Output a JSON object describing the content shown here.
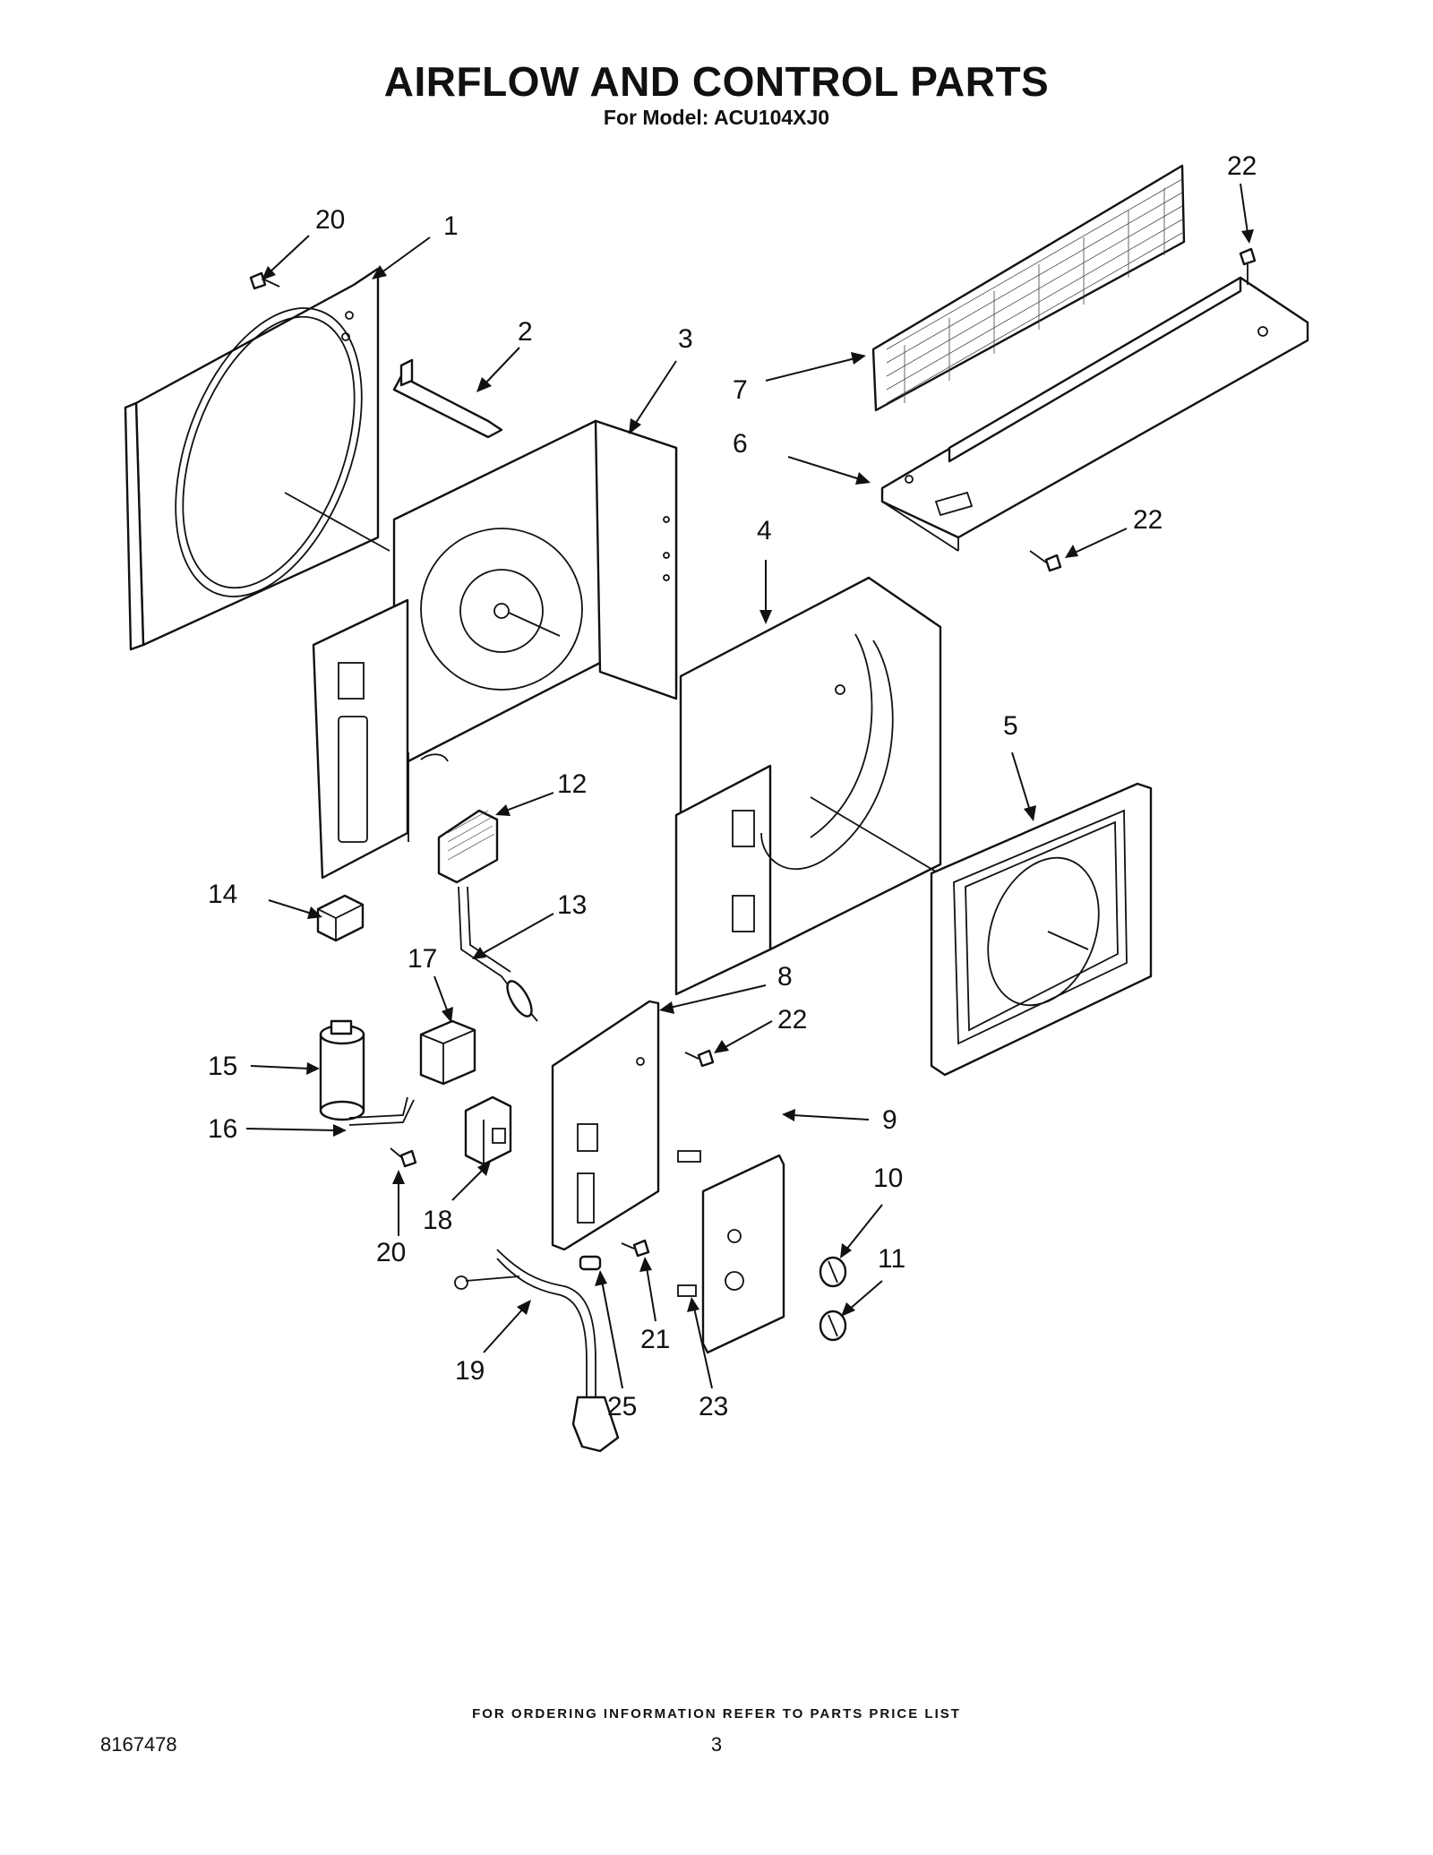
{
  "header": {
    "title": "AIRFLOW AND CONTROL PARTS",
    "subtitle": "For Model: ACU104XJ0"
  },
  "callouts": {
    "c1": "1",
    "c2": "2",
    "c3": "3",
    "c4": "4",
    "c5": "5",
    "c6": "6",
    "c7": "7",
    "c8": "8",
    "c9": "9",
    "c10": "10",
    "c11": "11",
    "c12": "12",
    "c13": "13",
    "c14": "14",
    "c15": "15",
    "c16": "16",
    "c17": "17",
    "c18": "18",
    "c19": "19",
    "c20a": "20",
    "c20b": "20",
    "c21": "21",
    "c22a": "22",
    "c22b": "22",
    "c22c": "22",
    "c23": "23",
    "c25": "25"
  },
  "footer": {
    "note": "FOR ORDERING INFORMATION REFER TO PARTS PRICE LIST",
    "doc_number": "8167478",
    "page_number": "3"
  }
}
